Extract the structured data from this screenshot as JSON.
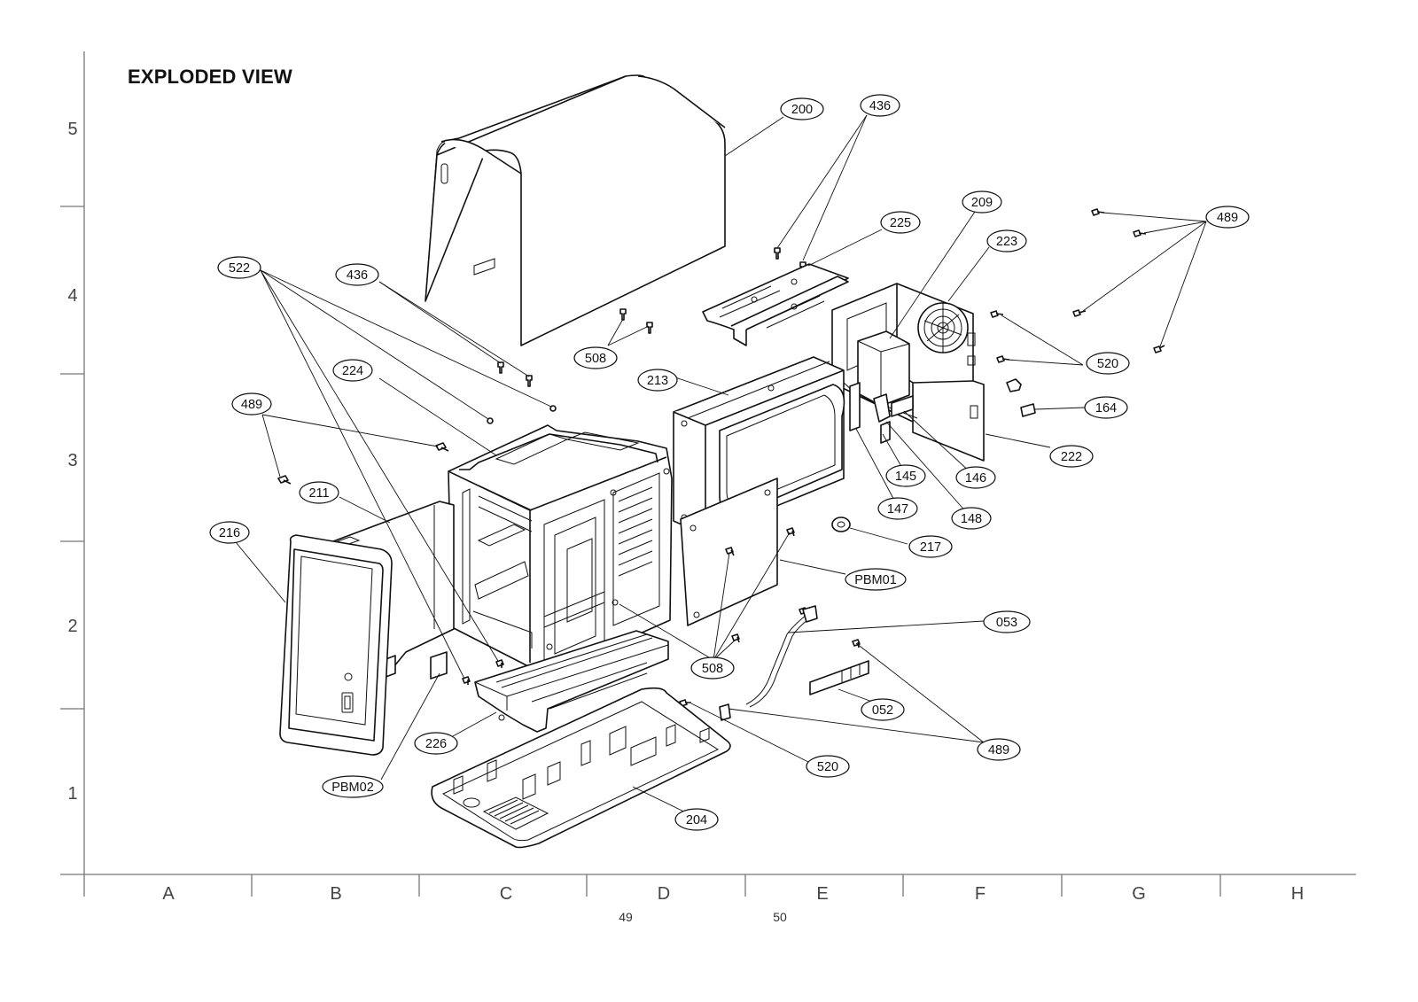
{
  "title": "EXPLODED VIEW",
  "row_labels": [
    "5",
    "4",
    "3",
    "2",
    "1"
  ],
  "column_labels": [
    "A",
    "B",
    "C",
    "D",
    "E",
    "F",
    "G",
    "H"
  ],
  "page_numbers": [
    "49",
    "50"
  ],
  "callouts": [
    {
      "id": "c-200",
      "label": "200"
    },
    {
      "id": "c-436a",
      "label": "436"
    },
    {
      "id": "c-209",
      "label": "209"
    },
    {
      "id": "c-225",
      "label": "225"
    },
    {
      "id": "c-223",
      "label": "223"
    },
    {
      "id": "c-489a",
      "label": "489"
    },
    {
      "id": "c-522",
      "label": "522"
    },
    {
      "id": "c-436b",
      "label": "436"
    },
    {
      "id": "c-508a",
      "label": "508"
    },
    {
      "id": "c-213",
      "label": "213"
    },
    {
      "id": "c-520a",
      "label": "520"
    },
    {
      "id": "c-224",
      "label": "224"
    },
    {
      "id": "c-164",
      "label": "164"
    },
    {
      "id": "c-489b",
      "label": "489"
    },
    {
      "id": "c-222",
      "label": "222"
    },
    {
      "id": "c-145",
      "label": "145"
    },
    {
      "id": "c-146",
      "label": "146"
    },
    {
      "id": "c-211",
      "label": "211"
    },
    {
      "id": "c-147",
      "label": "147"
    },
    {
      "id": "c-148",
      "label": "148"
    },
    {
      "id": "c-216",
      "label": "216"
    },
    {
      "id": "c-217",
      "label": "217"
    },
    {
      "id": "c-pbm01",
      "label": "PBM01"
    },
    {
      "id": "c-053",
      "label": "053"
    },
    {
      "id": "c-508b",
      "label": "508"
    },
    {
      "id": "c-052",
      "label": "052"
    },
    {
      "id": "c-226",
      "label": "226"
    },
    {
      "id": "c-489c",
      "label": "489"
    },
    {
      "id": "c-520b",
      "label": "520"
    },
    {
      "id": "c-pbm02",
      "label": "PBM02"
    },
    {
      "id": "c-204",
      "label": "204"
    }
  ]
}
